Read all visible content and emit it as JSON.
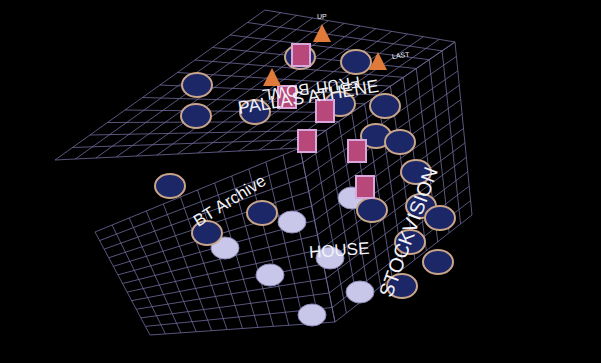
{
  "diagram": {
    "labels": [
      "FRUIT BOWL",
      "UP",
      "LAST",
      "PALLAS ATHENE",
      "BT Archive",
      "HOUSE",
      "STOCKVISION"
    ]
  }
}
